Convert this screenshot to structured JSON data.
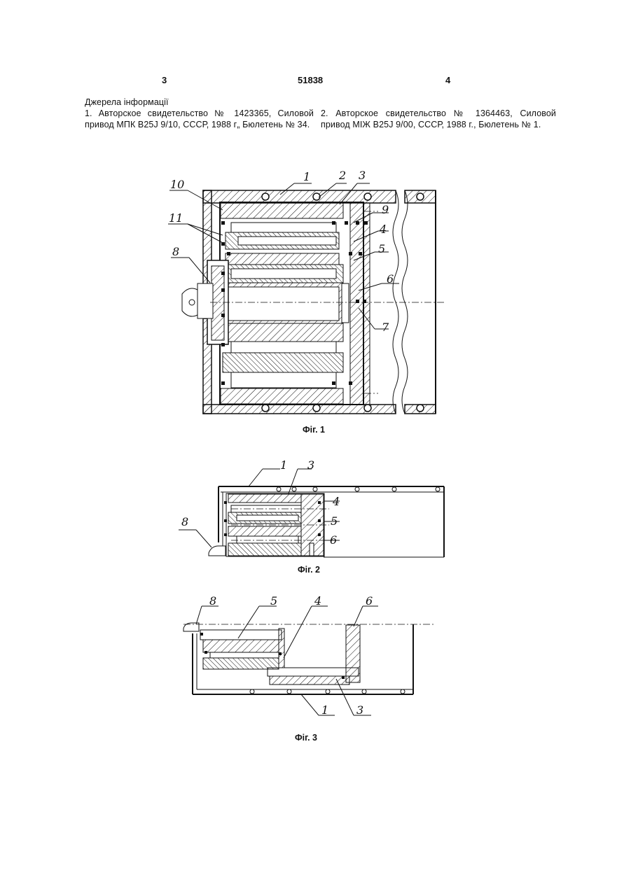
{
  "header": {
    "left_page": "3",
    "doc_number": "51838",
    "right_page": "4"
  },
  "sources": {
    "heading": "Джерела інформації",
    "ref1": "1. Авторское свидетельство № 1423365, Силовой привод МПК B25J 9/10, СССР, 1988 г„ Бюлетень № 34.",
    "ref2": "2. Авторское свидетельство № 1364463, Силовой привод МІЖ B25J 9/00, СССР, 1988 г., Бюлетень № 1."
  },
  "figures": [
    {
      "caption": "Фіг. 1",
      "labels": [
        "1",
        "2",
        "3",
        "9",
        "4",
        "5",
        "6",
        "7",
        "10",
        "11",
        "8"
      ]
    },
    {
      "caption": "Фіг. 2",
      "labels": [
        "1",
        "3",
        "4",
        "5",
        "6",
        "8"
      ]
    },
    {
      "caption": "Фіг. 3",
      "labels": [
        "8",
        "5",
        "4",
        "6",
        "1",
        "3"
      ]
    }
  ]
}
